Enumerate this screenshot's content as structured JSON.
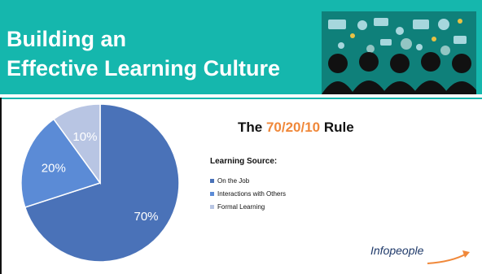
{
  "title": {
    "line1": "Building an",
    "line2": "Effective Learning Culture"
  },
  "headline": {
    "prefix": "The ",
    "highlight": "70/20/10",
    "suffix": " Rule"
  },
  "colors": {
    "teal_banner": "#15b7ad",
    "accent_orange": "#f0883a",
    "slice_on_job": "#4a72b8",
    "slice_interactions": "#5b8bd6",
    "slice_formal": "#b8c5e3"
  },
  "chart_data": {
    "type": "pie",
    "legend_title": "Learning Source:",
    "legend_position": "right",
    "categories": [
      "On the Job",
      "Interactions with Others",
      "Formal Learning"
    ],
    "values": [
      70,
      20,
      10
    ],
    "labels": [
      "70%",
      "20%",
      "10%"
    ]
  },
  "logo": {
    "text": "Infopeople"
  }
}
